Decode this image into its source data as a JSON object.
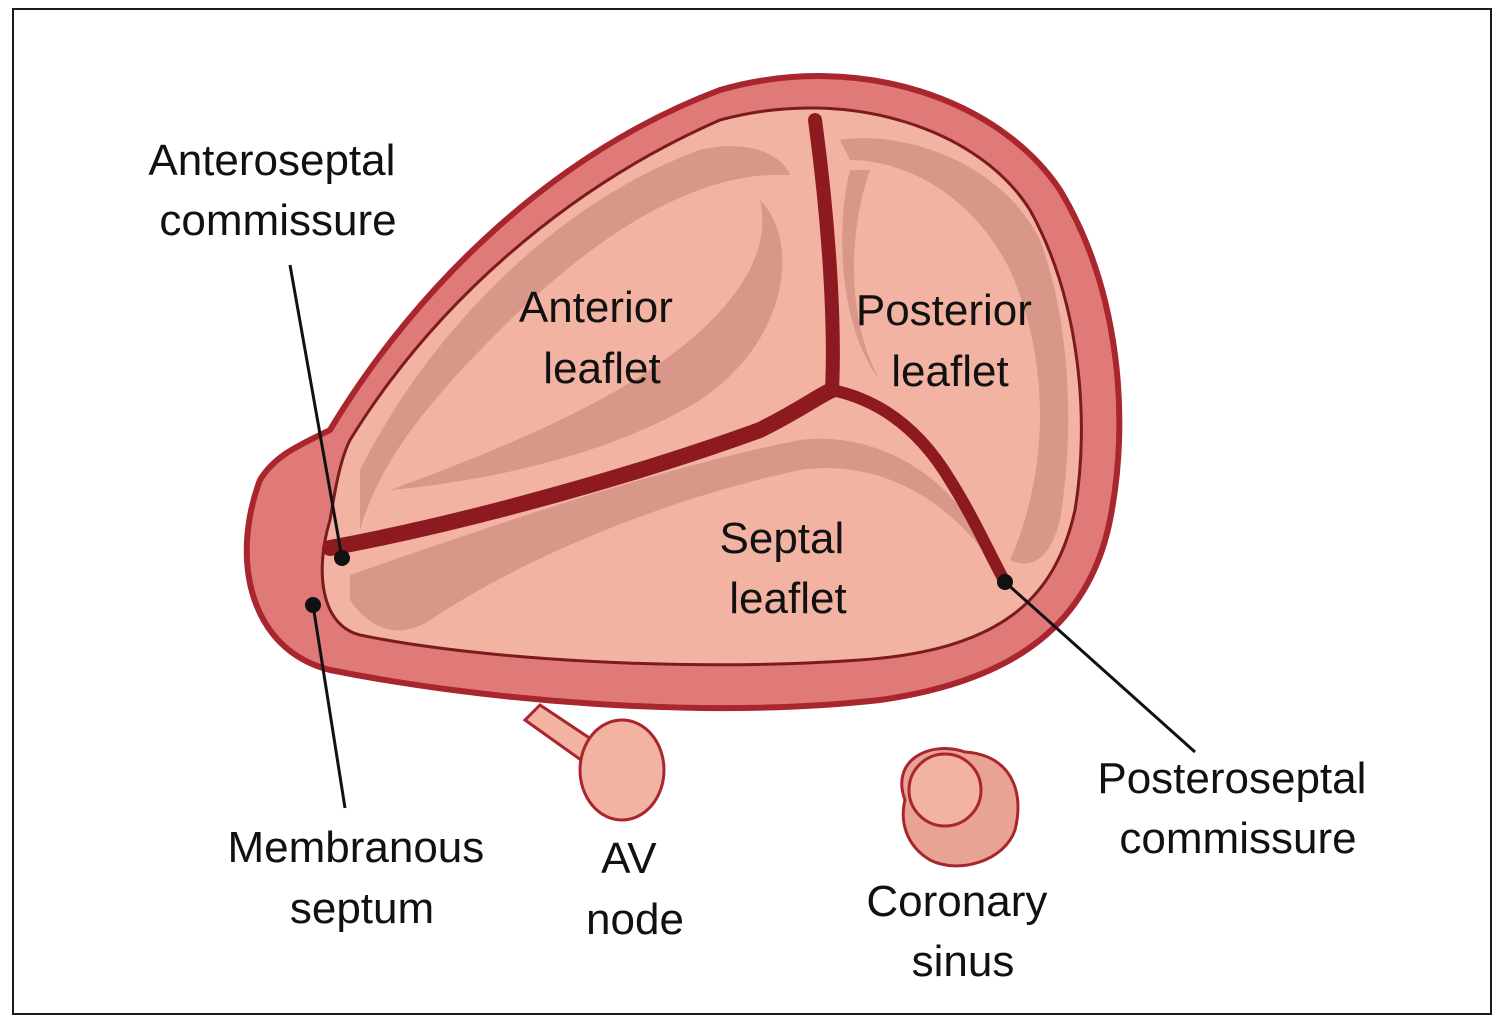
{
  "labels": {
    "anteroseptal_commissure": [
      "Anteroseptal",
      "commissure"
    ],
    "anterior_leaflet": [
      "Anterior",
      "leaflet"
    ],
    "posterior_leaflet": [
      "Posterior",
      "leaflet"
    ],
    "septal_leaflet": [
      "Septal",
      "leaflet"
    ],
    "membranous_septum": [
      "Membranous",
      "septum"
    ],
    "av_node": [
      "AV",
      "node"
    ],
    "coronary_sinus": [
      "Coronary",
      "sinus"
    ],
    "posteroseptal_commissure": [
      "Posteroseptal",
      "commissure"
    ]
  },
  "colors": {
    "annulus_fill": "#e07a78",
    "annulus_outline": "#a9262e",
    "leaflet_fill": "#f2b3a2",
    "leaflet_shade": "#d9978a",
    "commissure_line": "#8d1a20",
    "pointer_line": "#111111"
  }
}
